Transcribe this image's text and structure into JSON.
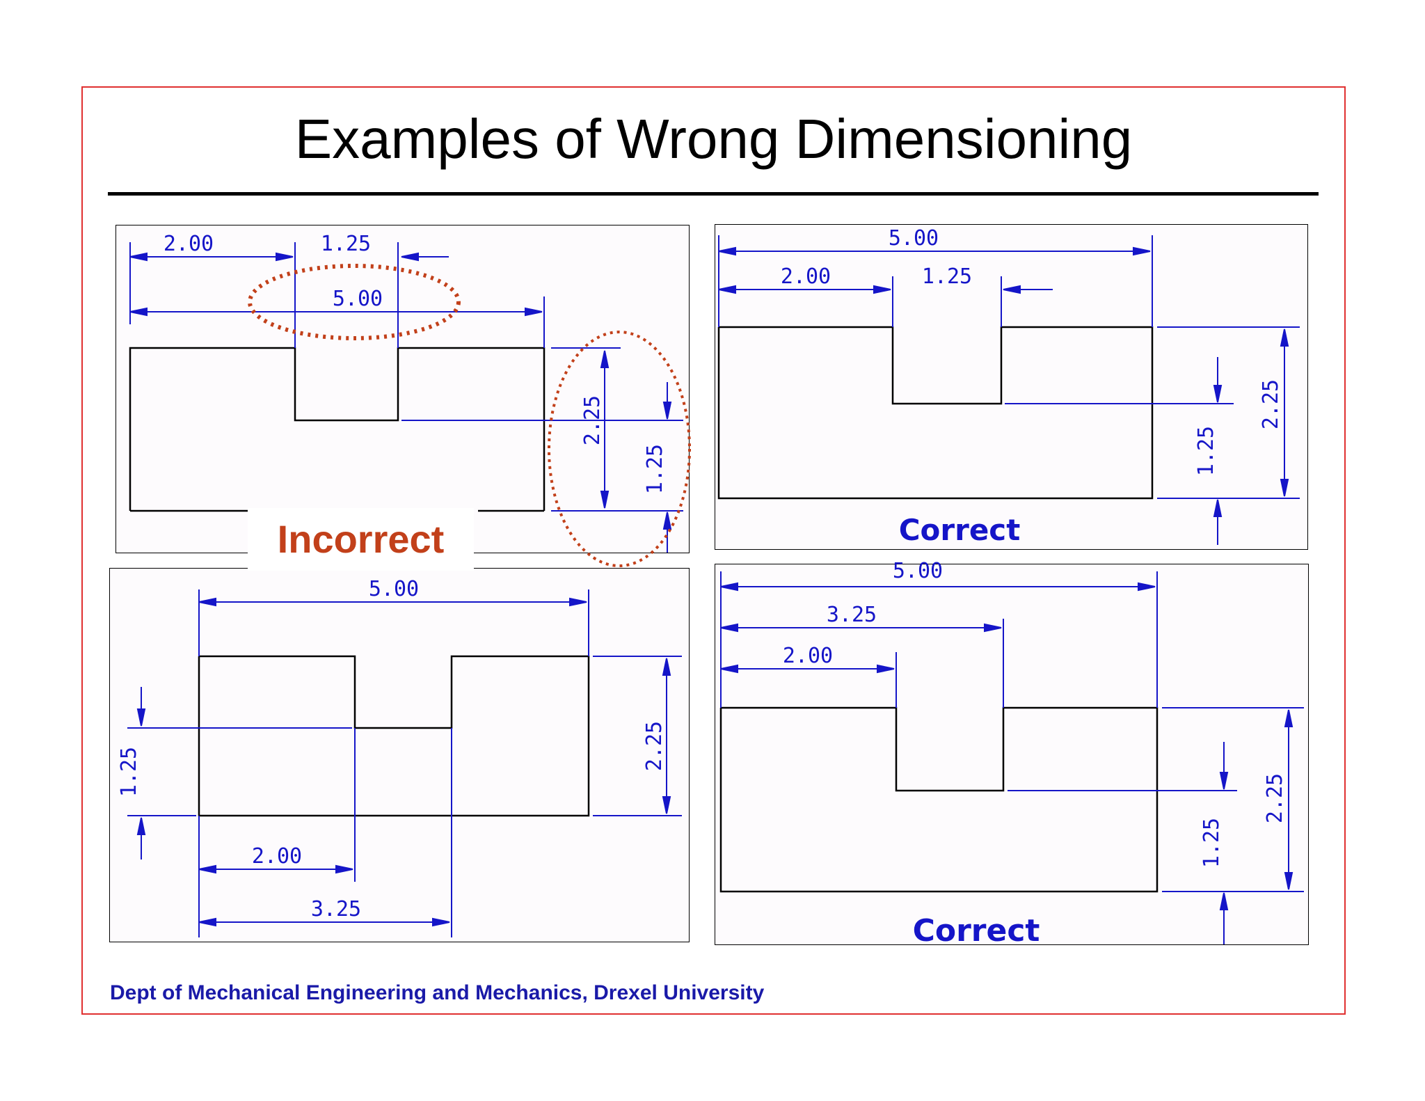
{
  "title": "Examples of Wrong Dimensioning",
  "footer": "Dept of Mechanical Engineering and Mechanics, Drexel University",
  "panels": {
    "top_left": {
      "label": "Incorrect",
      "dims": {
        "d1": "2.00",
        "d2": "1.25",
        "d3": "5.00",
        "d4": "2.25",
        "d5": "1.25"
      }
    },
    "top_right": {
      "label": "Correct",
      "dims": {
        "d1": "5.00",
        "d2": "2.00",
        "d3": "1.25",
        "d4": "1.25",
        "d5": "2.25"
      }
    },
    "bottom_left": {
      "dims": {
        "d1": "5.00",
        "d2": "2.25",
        "d3": "1.25",
        "d4": "2.00",
        "d5": "3.25"
      }
    },
    "bottom_right": {
      "label": "Correct",
      "dims": {
        "d1": "5.00",
        "d2": "3.25",
        "d3": "2.00",
        "d4": "1.25",
        "d5": "2.25"
      }
    }
  },
  "colors": {
    "dimension": "#1515c8",
    "highlight": "#c2401a",
    "frame": "#e03030"
  }
}
